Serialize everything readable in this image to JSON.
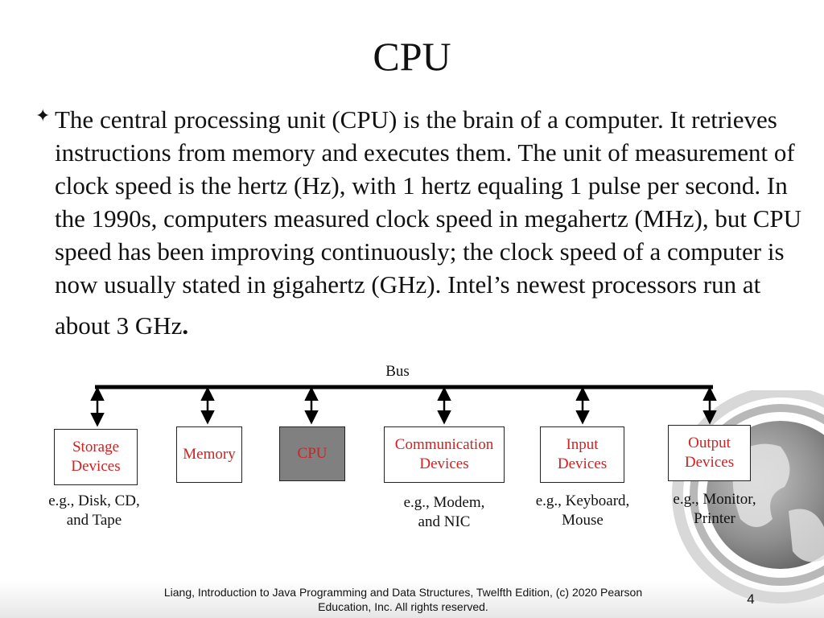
{
  "slide": {
    "title": "CPU",
    "bullet_icon": "four-point-star-bullet",
    "body": "The central processing unit (CPU) is the brain of a computer. It retrieves instructions from memory and executes them. The unit of measurement of clock speed is the hertz (Hz), with 1 hertz equaling 1 pulse per second. In the 1990s, computers measured clock speed in megahertz (MHz), but CPU speed has been improving continuously; the clock speed of a computer is now usually stated in gigahertz (GHz). Intel’s newest processors run at",
    "body_tail": "about 3 GHz",
    "body_end": "."
  },
  "diagram": {
    "bus_label": "Bus",
    "components": [
      {
        "label": "Storage\nDevices",
        "caption": "e.g., Disk, CD,\nand Tape"
      },
      {
        "label": "Memory",
        "caption": ""
      },
      {
        "label": "CPU",
        "caption": ""
      },
      {
        "label": "Communication\nDevices",
        "caption": "e.g., Modem,\nand NIC"
      },
      {
        "label": "Input\nDevices",
        "caption": "e.g., Keyboard,\nMouse"
      },
      {
        "label": "Output\nDevices",
        "caption": "e.g., Monitor,\nPrinter"
      }
    ],
    "colors": {
      "label_red": "#d42020",
      "cpu_fill": "#808080"
    }
  },
  "footer": {
    "citation": "Liang, Introduction to Java Programming and Data Structures, Twelfth Edition, (c) 2020 Pearson Education, Inc. All rights reserved.",
    "page_number": "4"
  }
}
